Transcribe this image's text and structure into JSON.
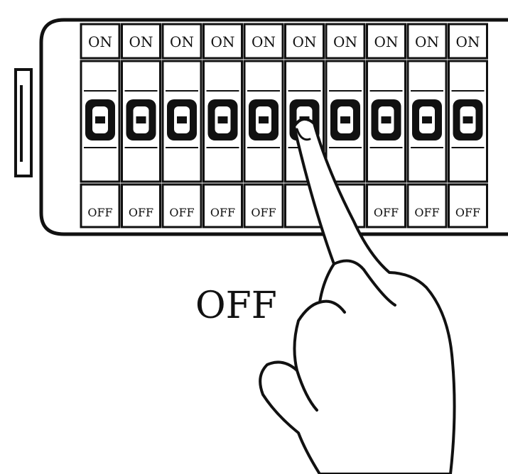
{
  "panel": {
    "on_label": "ON",
    "off_label": "OFF",
    "breakers": [
      {
        "top_label": "ON",
        "bottom_label": "OFF"
      },
      {
        "top_label": "ON",
        "bottom_label": "OFF"
      },
      {
        "top_label": "ON",
        "bottom_label": "OFF"
      },
      {
        "top_label": "ON",
        "bottom_label": "OFF"
      },
      {
        "top_label": "ON",
        "bottom_label": "OFF"
      },
      {
        "top_label": "ON",
        "bottom_label": ""
      },
      {
        "top_label": "ON",
        "bottom_label": ""
      },
      {
        "top_label": "ON",
        "bottom_label": "OFF"
      },
      {
        "top_label": "ON",
        "bottom_label": "OFF"
      },
      {
        "top_label": "ON",
        "bottom_label": "OFF"
      }
    ]
  },
  "caption": {
    "text": "OFF"
  },
  "colors": {
    "ink": "#111111",
    "paper": "#ffffff"
  },
  "icons": {
    "hand": "pointing-hand-icon"
  }
}
